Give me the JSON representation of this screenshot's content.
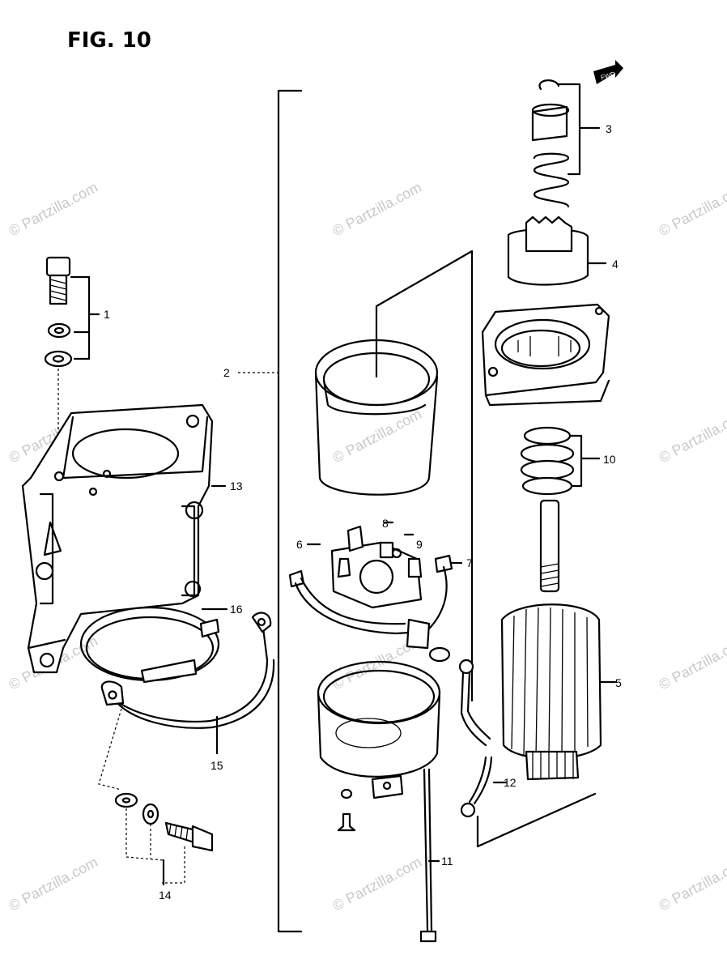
{
  "figure_title": "FIG. 10",
  "watermark_text": "© Partzilla.com",
  "fwd_tag": "FWD",
  "callouts": {
    "c1": "1",
    "c2": "2",
    "c3": "3",
    "c4": "4",
    "c5": "5",
    "c6": "6",
    "c7": "7",
    "c8": "8",
    "c9": "9",
    "c10": "10",
    "c11": "11",
    "c12": "12",
    "c13": "13",
    "c14": "14",
    "c15": "15",
    "c16": "16"
  }
}
